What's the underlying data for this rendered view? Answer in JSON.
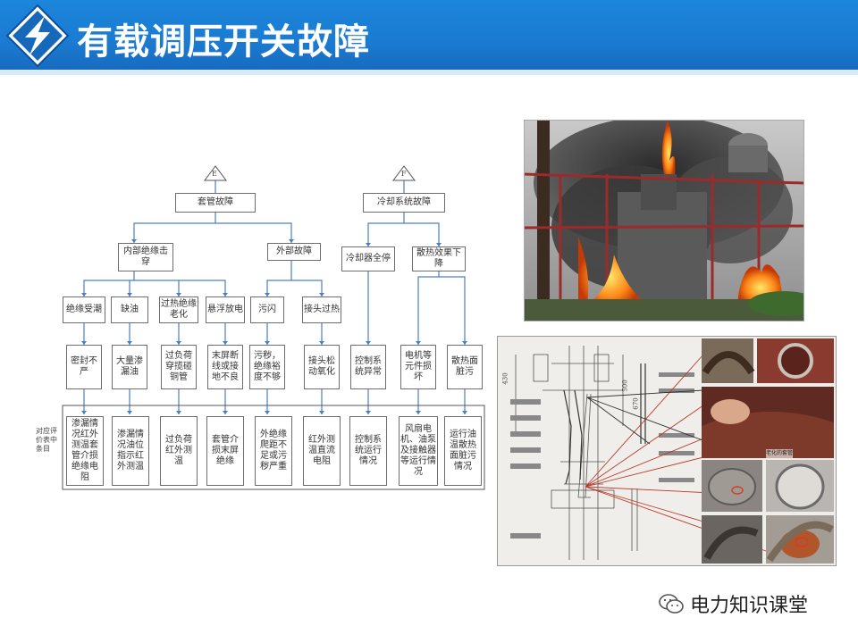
{
  "header": {
    "title": "有载调压开关故障"
  },
  "tree": {
    "roots": {
      "left": "E",
      "right": "F"
    },
    "level1": {
      "left": "套管故障",
      "right": "冷却系统故障"
    },
    "level2": [
      "内部绝缘击穿",
      "外部故障",
      "冷却器全停",
      "散热效果下降"
    ],
    "faults": [
      "绝缘受潮",
      "缺油",
      "过热绝缘老化",
      "悬浮放电",
      "污闪",
      "接头过热"
    ],
    "causes": [
      "密封不严",
      "大量渗漏油",
      "过负荷穿揽碰铜管",
      "末屏断线或接地不良",
      "污秽，绝缘裕度不够",
      "接头松动氧化",
      "控制系统异常",
      "电机等元件损坏",
      "散热面脏污"
    ],
    "eval_label": "对应评价表中条目",
    "evals": [
      "渗漏情况红外测温套管介损绝缘电阻",
      "渗漏情况油位指示红外测温",
      "过负荷红外测温",
      "套管介损末屏绝缘",
      "外绝缘爬距不足或污秽严重",
      "红外测温直流电阻",
      "控制系统运行情况",
      "风扇电机、油泵及接触器等运行情况",
      "运行油温散热面脏污情况"
    ]
  },
  "drawing": {
    "dim_1": "430",
    "dim_2": "500",
    "dim_3": "670",
    "caption": "老化的套管"
  },
  "watermark": {
    "text": "电力知识课堂",
    "icon": "wechat-icon"
  },
  "colors": {
    "header": "#1b86dc",
    "title": "#ffffff",
    "line": "#4a7fc1",
    "box_border": "#6d6d6d"
  }
}
